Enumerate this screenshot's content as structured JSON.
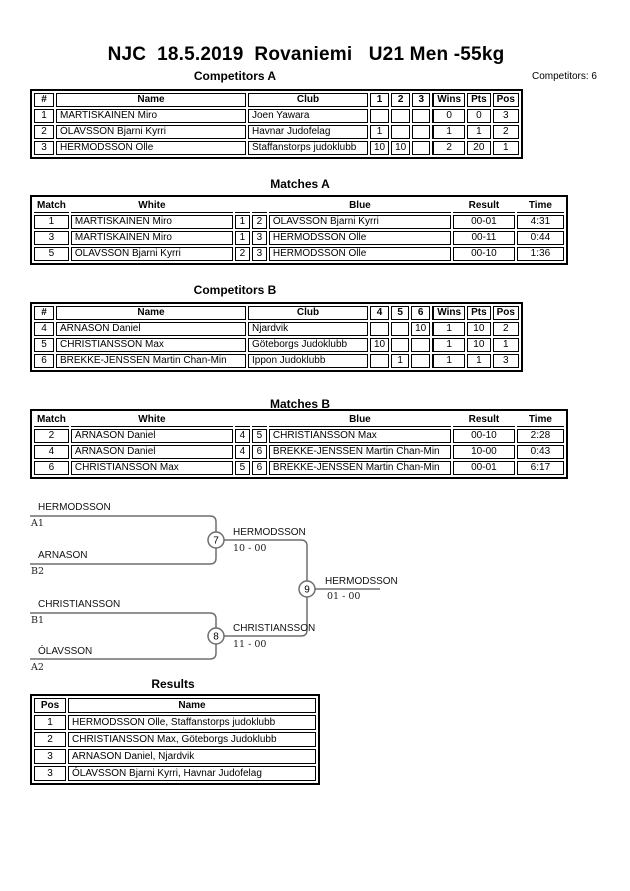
{
  "title": "NJC  18.5.2019  Rovaniemi   U21 Men -55kg",
  "competitors_count_label": "Competitors: 6",
  "colors": {
    "table_border": "#000000",
    "bracket_line": "#6e6e6e",
    "text": "#000000"
  },
  "t": {
    "compA": {
      "heading": "Competitors A",
      "headers": [
        "#",
        "Name",
        "Club",
        "1",
        "2",
        "3",
        "Wins",
        "Pts",
        "Pos"
      ],
      "rows": [
        [
          "1",
          "MARTISKAINEN Miro",
          "Joen Yawara",
          "",
          "",
          "",
          "0",
          "0",
          "3"
        ],
        [
          "2",
          "ÓLAVSSON Bjarni Kyrri",
          "Havnar Judofelag",
          "1",
          "",
          "",
          "1",
          "1",
          "2"
        ],
        [
          "3",
          "HERMODSSON Olle",
          "Staffanstorps judoklubb",
          "10",
          "10",
          "",
          "2",
          "20",
          "1"
        ]
      ]
    },
    "matchA": {
      "heading": "Matches A",
      "headers": [
        "Match",
        "White",
        "",
        "",
        "Blue",
        "Result",
        "Time"
      ],
      "rows": [
        [
          "1",
          "MARTISKAINEN Miro",
          "1",
          "2",
          "ÓLAVSSON Bjarni Kyrri",
          "00-01",
          "4:31"
        ],
        [
          "3",
          "MARTISKAINEN Miro",
          "1",
          "3",
          "HERMODSSON Olle",
          "00-11",
          "0:44"
        ],
        [
          "5",
          "ÓLAVSSON Bjarni Kyrri",
          "2",
          "3",
          "HERMODSSON Olle",
          "00-10",
          "1:36"
        ]
      ]
    },
    "compB": {
      "heading": "Competitors B",
      "headers": [
        "#",
        "Name",
        "Club",
        "4",
        "5",
        "6",
        "Wins",
        "Pts",
        "Pos"
      ],
      "rows": [
        [
          "4",
          "ARNASON Daniel",
          "Njardvik",
          "",
          "",
          "10",
          "1",
          "10",
          "2"
        ],
        [
          "5",
          "CHRISTIANSSON Max",
          "Göteborgs Judoklubb",
          "10",
          "",
          "",
          "1",
          "10",
          "1"
        ],
        [
          "6",
          "BREKKE-JENSSEN Martin Chan-Min",
          "Ippon Judoklubb",
          "",
          "1",
          "",
          "1",
          "1",
          "3"
        ]
      ]
    },
    "matchB": {
      "heading": "Matches B",
      "headers": [
        "Match",
        "White",
        "",
        "",
        "Blue",
        "Result",
        "Time"
      ],
      "rows": [
        [
          "2",
          "ARNASON Daniel",
          "4",
          "5",
          "CHRISTIANSSON Max",
          "00-10",
          "2:28"
        ],
        [
          "4",
          "ARNASON Daniel",
          "4",
          "6",
          "BREKKE-JENSSEN Martin Chan-Min",
          "10-00",
          "0:43"
        ],
        [
          "6",
          "CHRISTIANSSON Max",
          "5",
          "6",
          "BREKKE-JENSSEN Martin Chan-Min",
          "00-01",
          "6:17"
        ]
      ]
    },
    "results": {
      "heading": "Results",
      "headers": [
        "Pos",
        "Name"
      ],
      "rows": [
        [
          "1",
          "HERMODSSON Olle, Staffanstorps judoklubb"
        ],
        [
          "2",
          "CHRISTIANSSON Max, Göteborgs Judoklubb"
        ],
        [
          "3",
          "ARNASON Daniel, Njardvik"
        ],
        [
          "3",
          "ÓLAVSSON Bjarni Kyrri, Havnar Judofelag"
        ]
      ]
    }
  },
  "bracket": {
    "sf1": {
      "top_name": "HERMODSSON",
      "top_code": "A1",
      "bottom_name": "ARNASON",
      "bottom_code": "B2",
      "match_no": "7",
      "winner": "HERMODSSON",
      "score": "10 - 00"
    },
    "sf2": {
      "top_name": "CHRISTIANSSON",
      "top_code": "B1",
      "bottom_name": "ÓLAVSSON",
      "bottom_code": "A2",
      "match_no": "8",
      "winner": "CHRISTIANSSON",
      "score": "11 - 00"
    },
    "final": {
      "match_no": "9",
      "winner": "HERMODSSON",
      "score": "01 - 00"
    }
  }
}
